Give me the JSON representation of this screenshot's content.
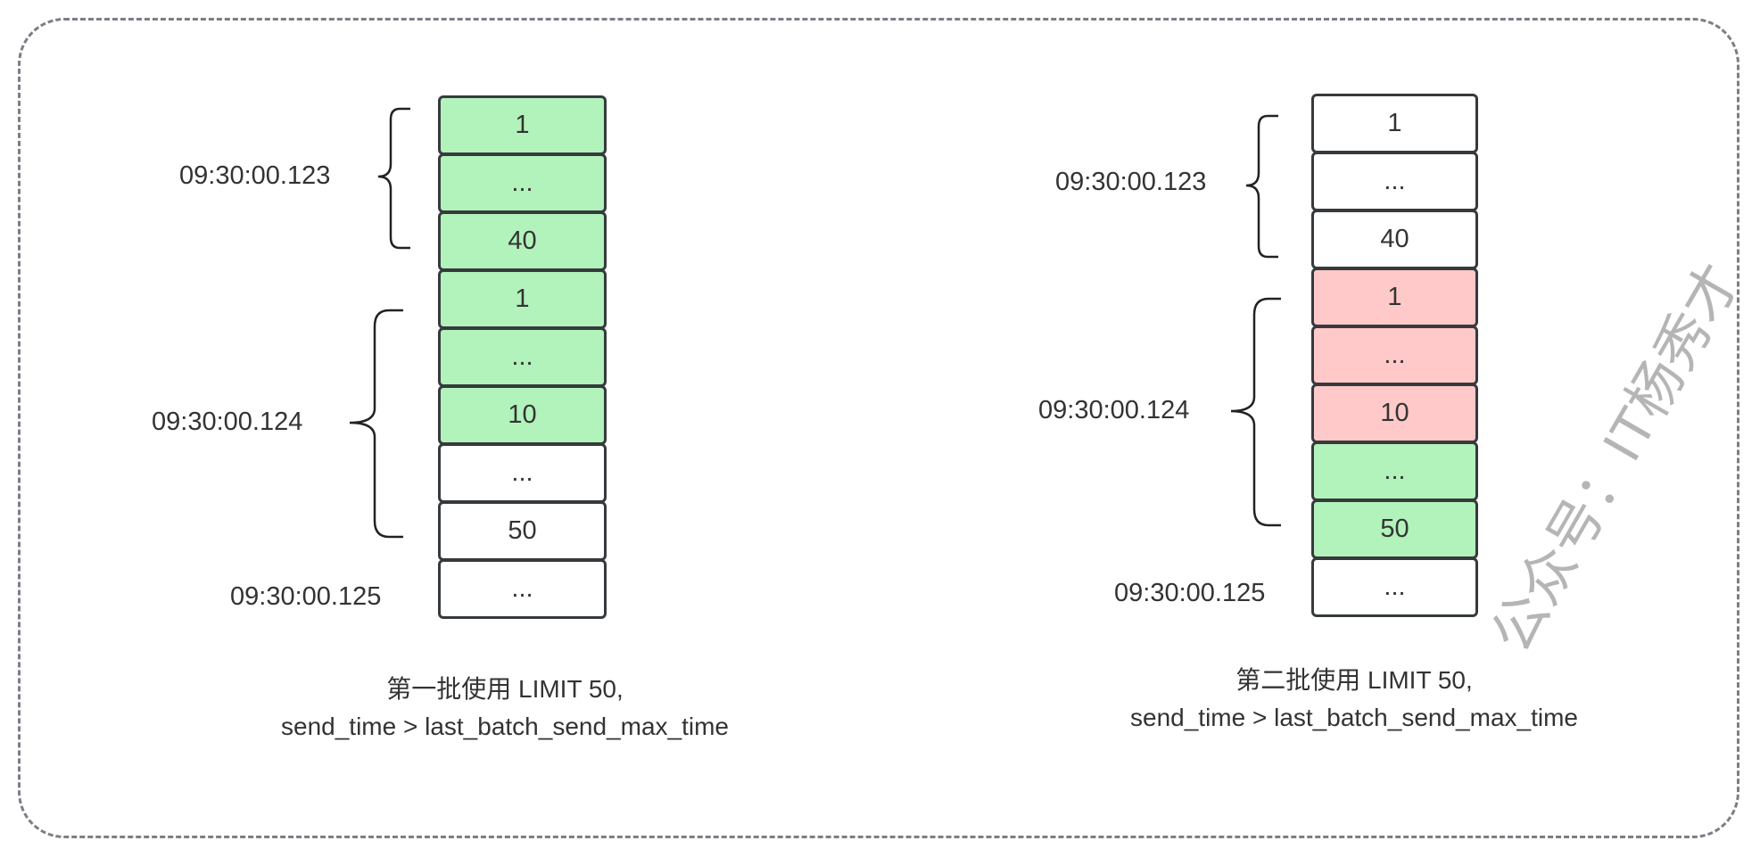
{
  "colors": {
    "green": "#b2f2bb",
    "red": "#ffc9c9",
    "white": "#ffffff",
    "stroke": "#363a3d"
  },
  "left": {
    "cells": [
      {
        "text": "1",
        "fill": "green"
      },
      {
        "text": "...",
        "fill": "green"
      },
      {
        "text": "40",
        "fill": "green"
      },
      {
        "text": "1",
        "fill": "green"
      },
      {
        "text": "...",
        "fill": "green"
      },
      {
        "text": "10",
        "fill": "green"
      },
      {
        "text": "...",
        "fill": "white"
      },
      {
        "text": "50",
        "fill": "white"
      },
      {
        "text": "...",
        "fill": "white"
      }
    ],
    "labels": [
      "09:30:00.123",
      "09:30:00.124",
      "09:30:00.125"
    ],
    "caption_line1": "第一批使用 LIMIT 50,",
    "caption_line2": "send_time > last_batch_send_max_time"
  },
  "right": {
    "cells": [
      {
        "text": "1",
        "fill": "white"
      },
      {
        "text": "...",
        "fill": "white"
      },
      {
        "text": "40",
        "fill": "white"
      },
      {
        "text": "1",
        "fill": "red"
      },
      {
        "text": "...",
        "fill": "red"
      },
      {
        "text": "10",
        "fill": "red"
      },
      {
        "text": "...",
        "fill": "green"
      },
      {
        "text": "50",
        "fill": "green"
      },
      {
        "text": "...",
        "fill": "white"
      }
    ],
    "labels": [
      "09:30:00.123",
      "09:30:00.124",
      "09:30:00.125"
    ],
    "caption_line1": "第二批使用 LIMIT 50,",
    "caption_line2": "send_time > last_batch_send_max_time"
  },
  "watermark": "公众号：IT杨秀才"
}
